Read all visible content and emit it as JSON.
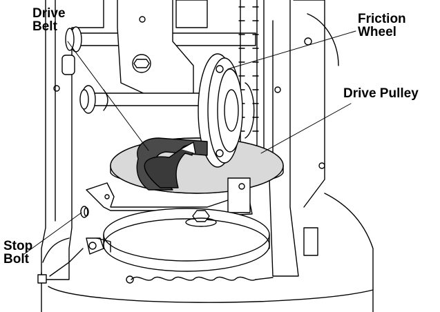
{
  "labels": {
    "drive_belt": "Drive\nBelt",
    "friction_wheel": "Friction\nWheel",
    "drive_pulley": "Drive Pulley",
    "stop_bolt": "Stop\nBolt"
  },
  "colors": {
    "line": "#000000",
    "background": "#ffffff",
    "pulley_fill": "#d9d9d9",
    "belt_fill": "#4a4a4a"
  }
}
